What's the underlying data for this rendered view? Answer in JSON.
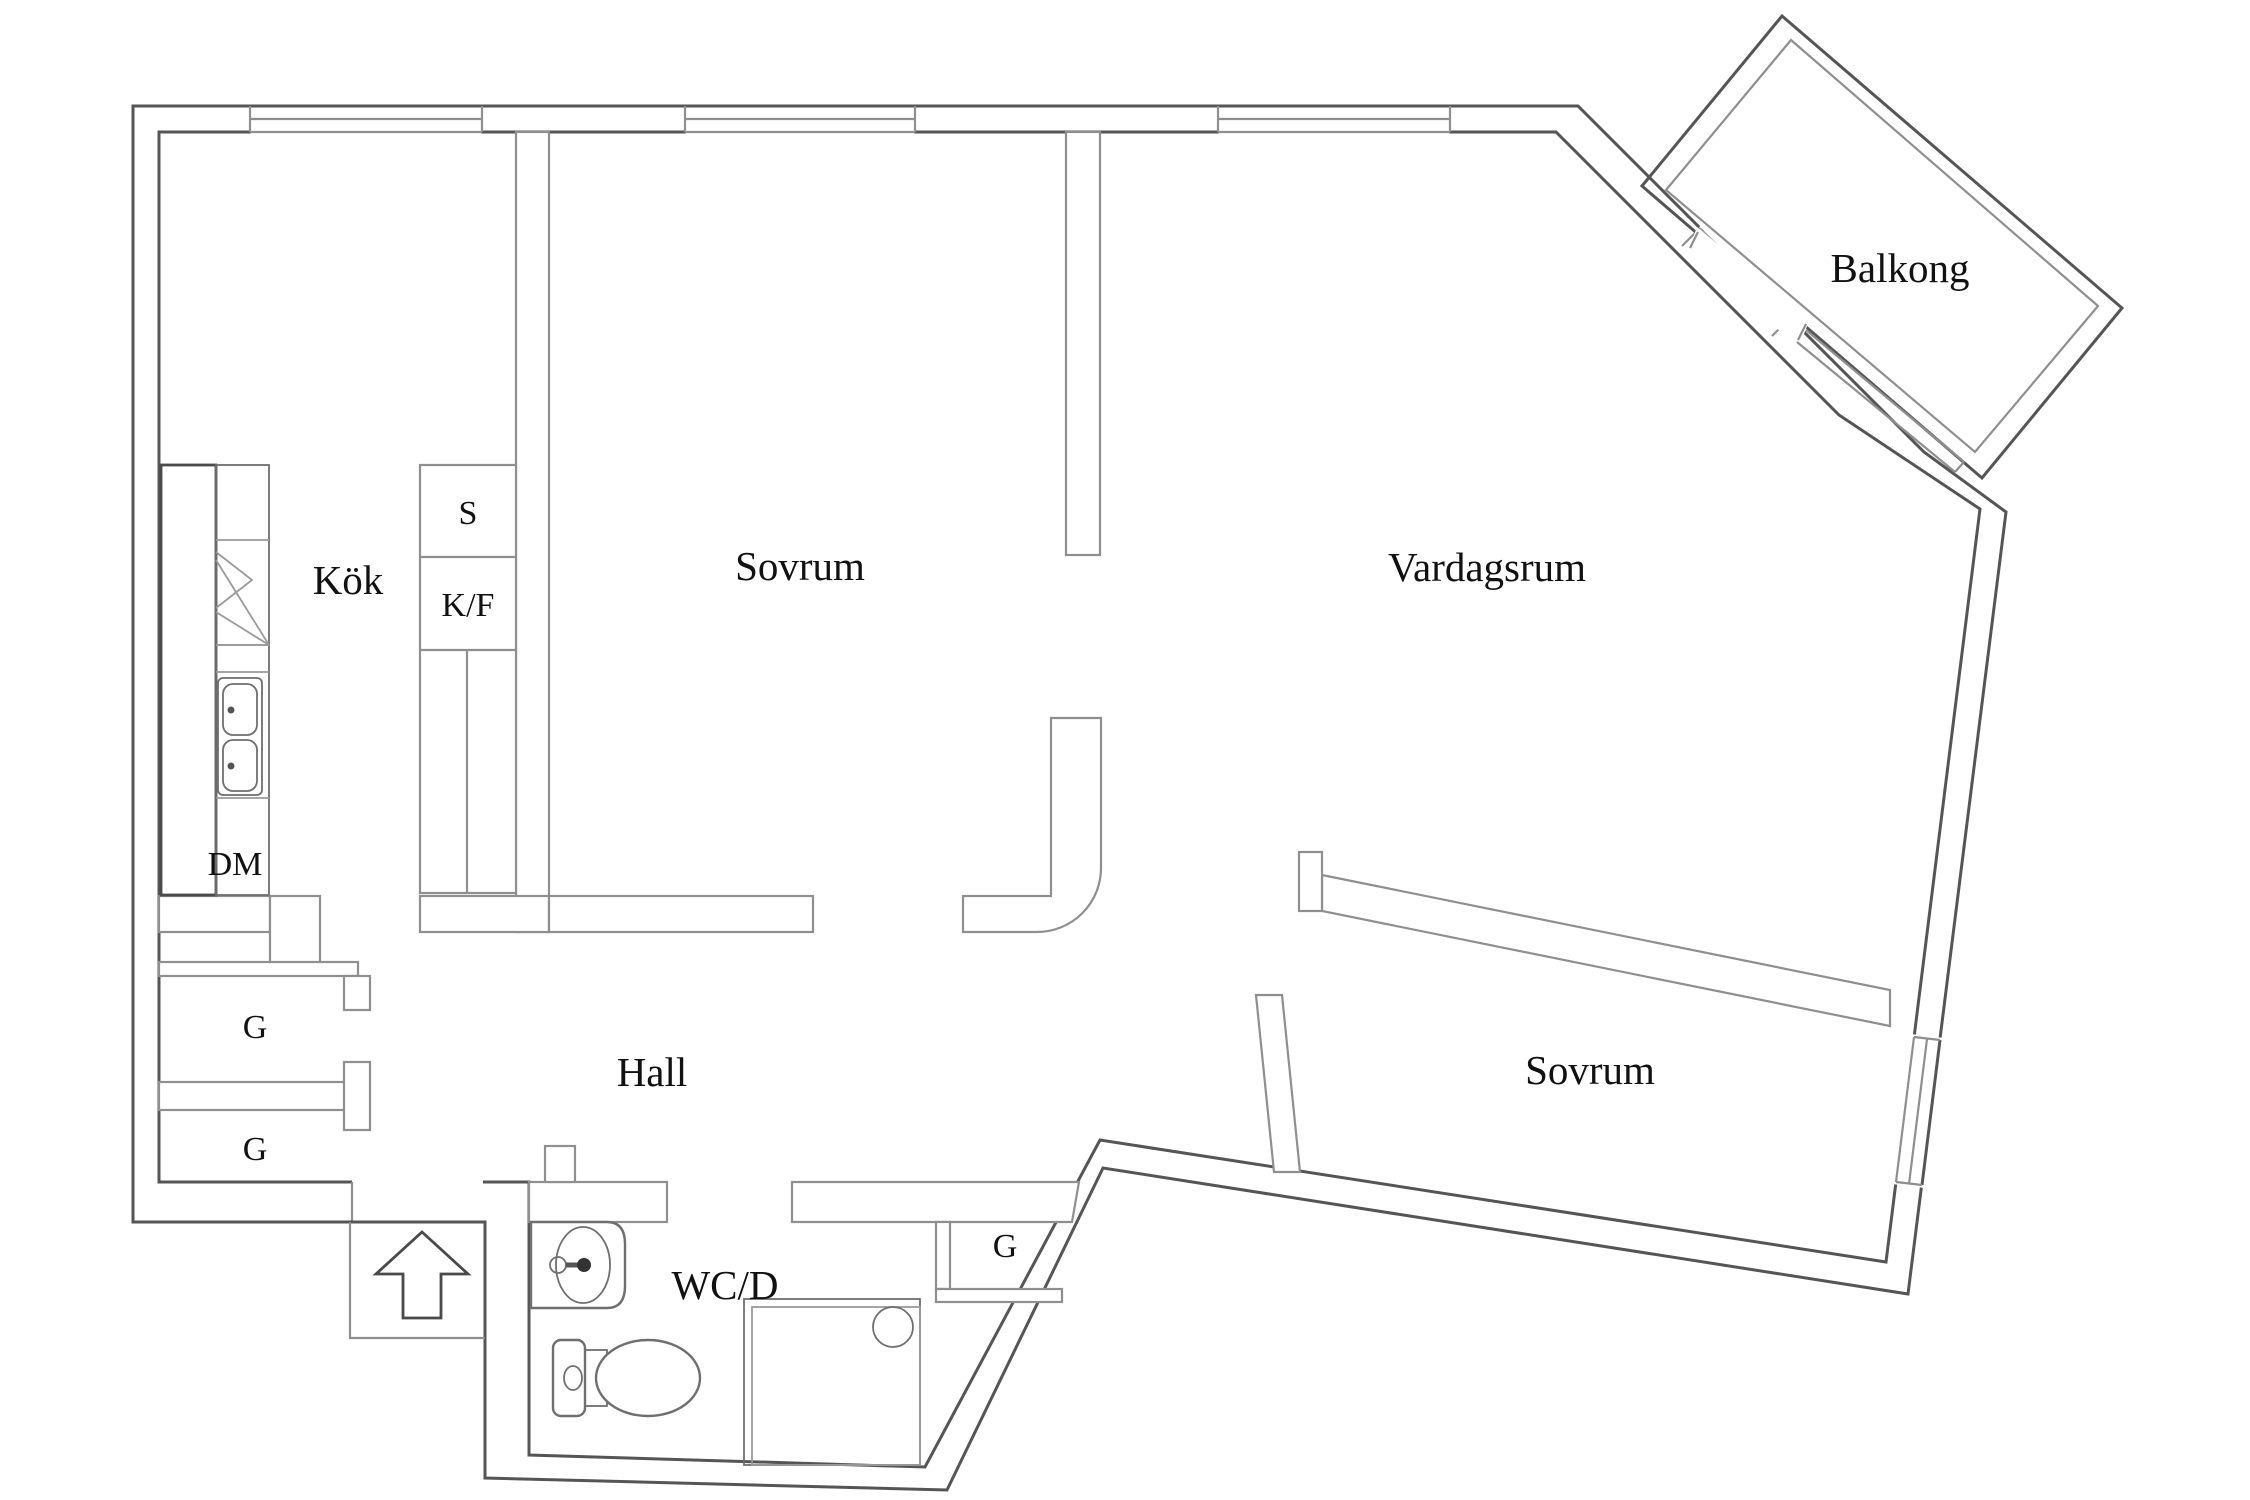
{
  "plan": {
    "type": "apartment-floor-plan",
    "language": "sv",
    "rooms": {
      "kitchen": {
        "label": "Kök"
      },
      "bedroom_top": {
        "label": "Sovrum"
      },
      "living_room": {
        "label": "Vardagsrum"
      },
      "balcony": {
        "label": "Balkong"
      },
      "hall": {
        "label": "Hall"
      },
      "bedroom_bottom": {
        "label": "Sovrum"
      },
      "bathroom": {
        "label": "WC/D"
      }
    },
    "fixtures": {
      "cleaning_cabinet": {
        "label": "S"
      },
      "fridge_freezer": {
        "label": "K/F"
      },
      "dishwasher": {
        "label": "DM"
      },
      "closet_1": {
        "label": "G"
      },
      "closet_2": {
        "label": "G"
      },
      "closet_3": {
        "label": "G"
      }
    },
    "icons": [
      "entrance-arrow-icon",
      "kitchen-counter-icon",
      "stove-icon",
      "kitchen-sink-icon",
      "bathroom-sink-icon",
      "toilet-icon",
      "shower-icon"
    ],
    "colors": {
      "background": "#ffffff",
      "exterior_wall_line": "#555555",
      "interior_wall_line": "#8f8f8f",
      "text": "#111111"
    }
  }
}
